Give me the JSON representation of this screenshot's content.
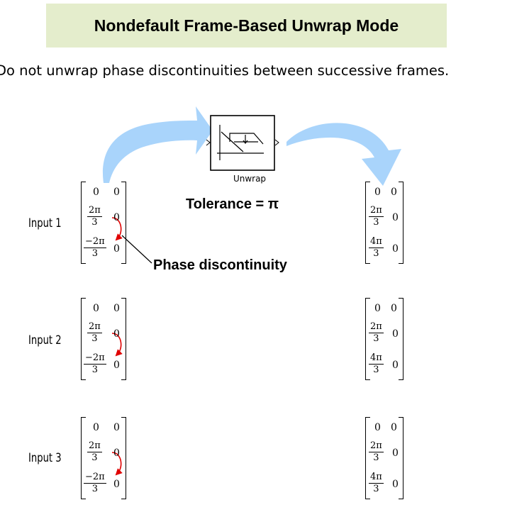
{
  "title": "Nondefault Frame-Based Unwrap Mode",
  "subtitle": "Do not unwrap phase discontinuities between successive frames.",
  "block": {
    "label": "Unwrap",
    "tolerance": "Tolerance = π"
  },
  "annotation": "Phase discontinuity",
  "colors": {
    "banner": "#e4edcc",
    "arrow": "#a9d4fb",
    "discontinuity_arrow": "#e00000"
  },
  "inputs": [
    {
      "label": "Input 1",
      "matrix": {
        "r1c1": "0",
        "r1c2": "0",
        "r2c1_num": "2π",
        "r2c1_den": "3",
        "r2c2": "0",
        "r3c1_num": "−2π",
        "r3c1_den": "3",
        "r3c2": "0"
      }
    },
    {
      "label": "Input 2",
      "matrix": {
        "r1c1": "0",
        "r1c2": "0",
        "r2c1_num": "2π",
        "r2c1_den": "3",
        "r2c2": "0",
        "r3c1_num": "−2π",
        "r3c1_den": "3",
        "r3c2": "0"
      }
    },
    {
      "label": "Input 3",
      "matrix": {
        "r1c1": "0",
        "r1c2": "0",
        "r2c1_num": "2π",
        "r2c1_den": "3",
        "r2c2": "0",
        "r3c1_num": "−2π",
        "r3c1_den": "3",
        "r3c2": "0"
      }
    }
  ],
  "outputs": [
    {
      "matrix": {
        "r1c1": "0",
        "r1c2": "0",
        "r2c1_num": "2π",
        "r2c1_den": "3",
        "r2c2": "0",
        "r3c1_num": "4π",
        "r3c1_den": "3",
        "r3c2": "0"
      }
    },
    {
      "matrix": {
        "r1c1": "0",
        "r1c2": "0",
        "r2c1_num": "2π",
        "r2c1_den": "3",
        "r2c2": "0",
        "r3c1_num": "4π",
        "r3c1_den": "3",
        "r3c2": "0"
      }
    },
    {
      "matrix": {
        "r1c1": "0",
        "r1c2": "0",
        "r2c1_num": "2π",
        "r2c1_den": "3",
        "r2c2": "0",
        "r3c1_num": "4π",
        "r3c1_den": "3",
        "r3c2": "0"
      }
    }
  ]
}
